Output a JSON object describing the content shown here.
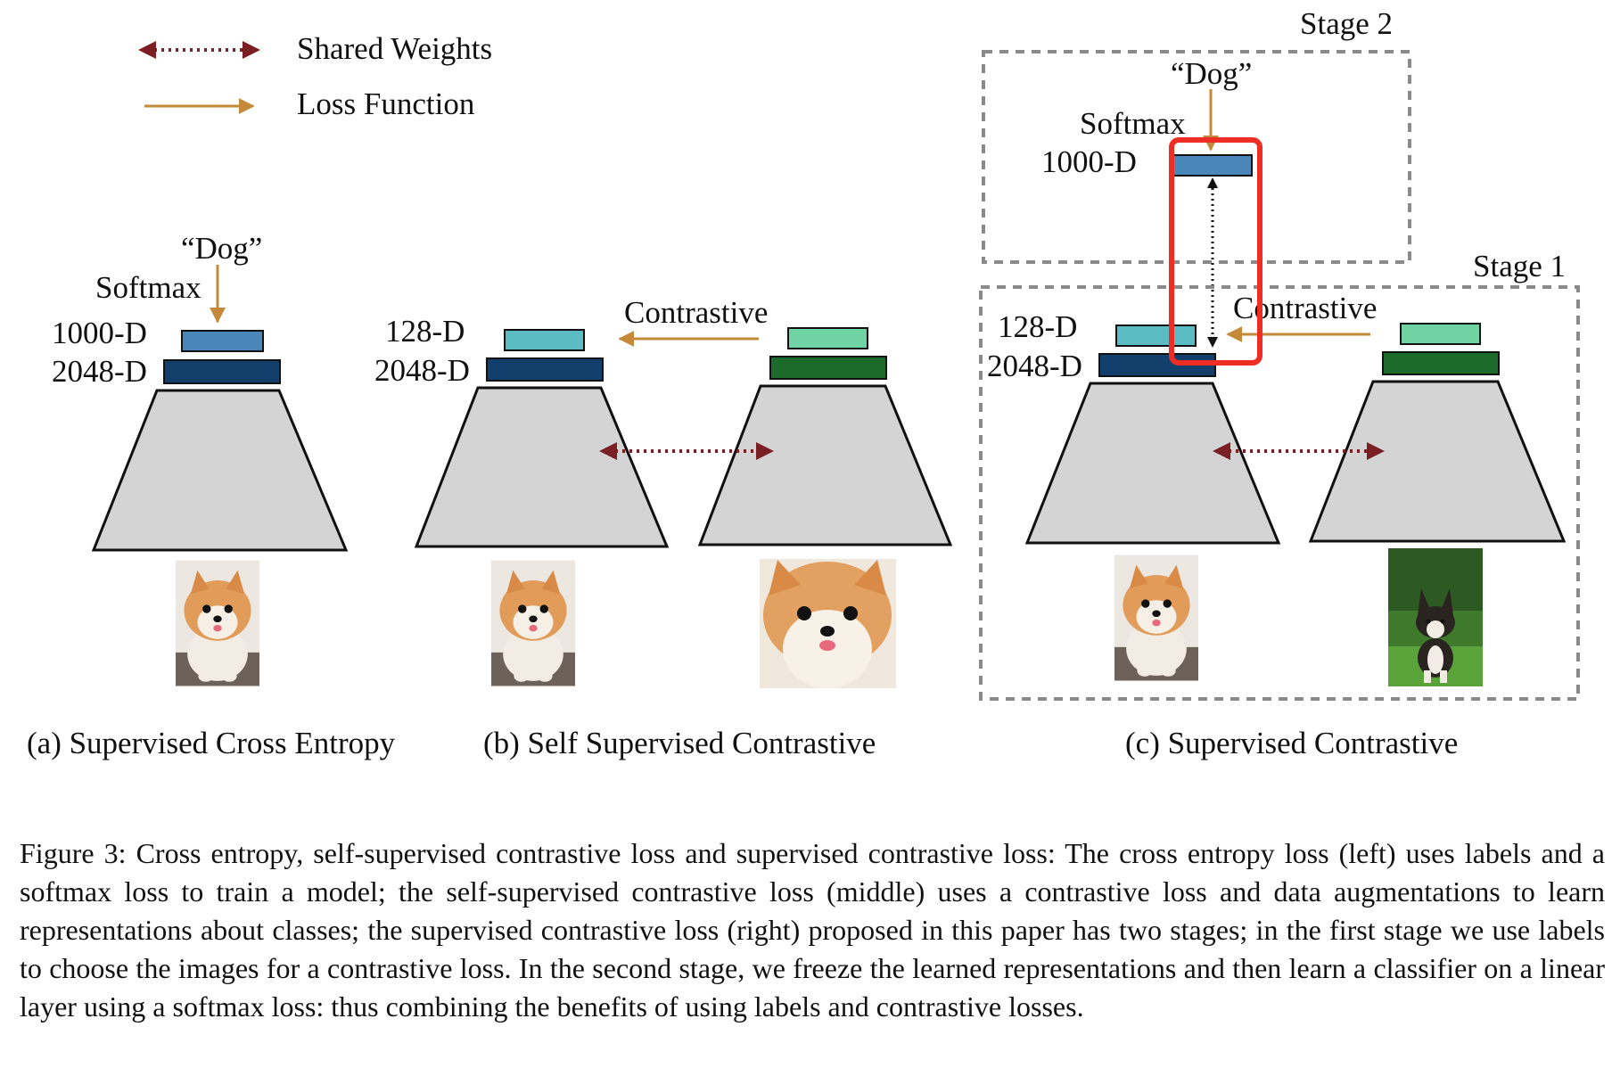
{
  "legend": {
    "shared_weights": "Shared Weights",
    "loss_function": "Loss Function"
  },
  "panel_a": {
    "label": "“Dog”",
    "softmax": "Softmax",
    "top_dim": "1000-D",
    "bottom_dim": "2048-D",
    "caption": "(a) Supervised Cross Entropy"
  },
  "panel_b": {
    "contrastive": "Contrastive",
    "top_dim": "128-D",
    "bottom_dim": "2048-D",
    "caption": "(b) Self Supervised Contrastive"
  },
  "panel_c": {
    "stage2": "Stage 2",
    "stage1": "Stage 1",
    "label": "“Dog”",
    "softmax": "Softmax",
    "softmax_dim": "1000-D",
    "contrastive": "Contrastive",
    "top_dim": "128-D",
    "bottom_dim": "2048-D",
    "caption": "(c) Supervised Contrastive"
  },
  "caption": "Figure 3: Cross entropy, self-supervised contrastive loss and supervised contrastive loss: The cross entropy loss (left) uses labels and a softmax loss to train a model; the self-supervised contrastive loss (middle) uses a contrastive loss and data augmentations to learn representations about classes; the supervised contrastive loss (right) proposed in this paper has two stages; in the first stage we use labels to choose the images for a contrastive loss. In the second stage, we freeze the learned representations and then learn a classifier on a linear layer using a softmax loss: thus combining the benefits of using labels and contrastive losses.",
  "colors": {
    "softmax_box": "#4a86b8",
    "dark_box": "#123f6b",
    "teal_box": "#5bbcc4",
    "mint_box": "#6fd3a4",
    "green_box": "#1d6b2a",
    "encoder": "#d4d4d4",
    "loss_arrow": "#c48a3a",
    "shared_weights": "#7a1f24",
    "highlight": "#ee2e24",
    "stage_border": "#8a8a8a"
  },
  "icons": {
    "dog_image": "pomeranian-photo-icon",
    "corgi_image": "corgi-photo-icon"
  }
}
